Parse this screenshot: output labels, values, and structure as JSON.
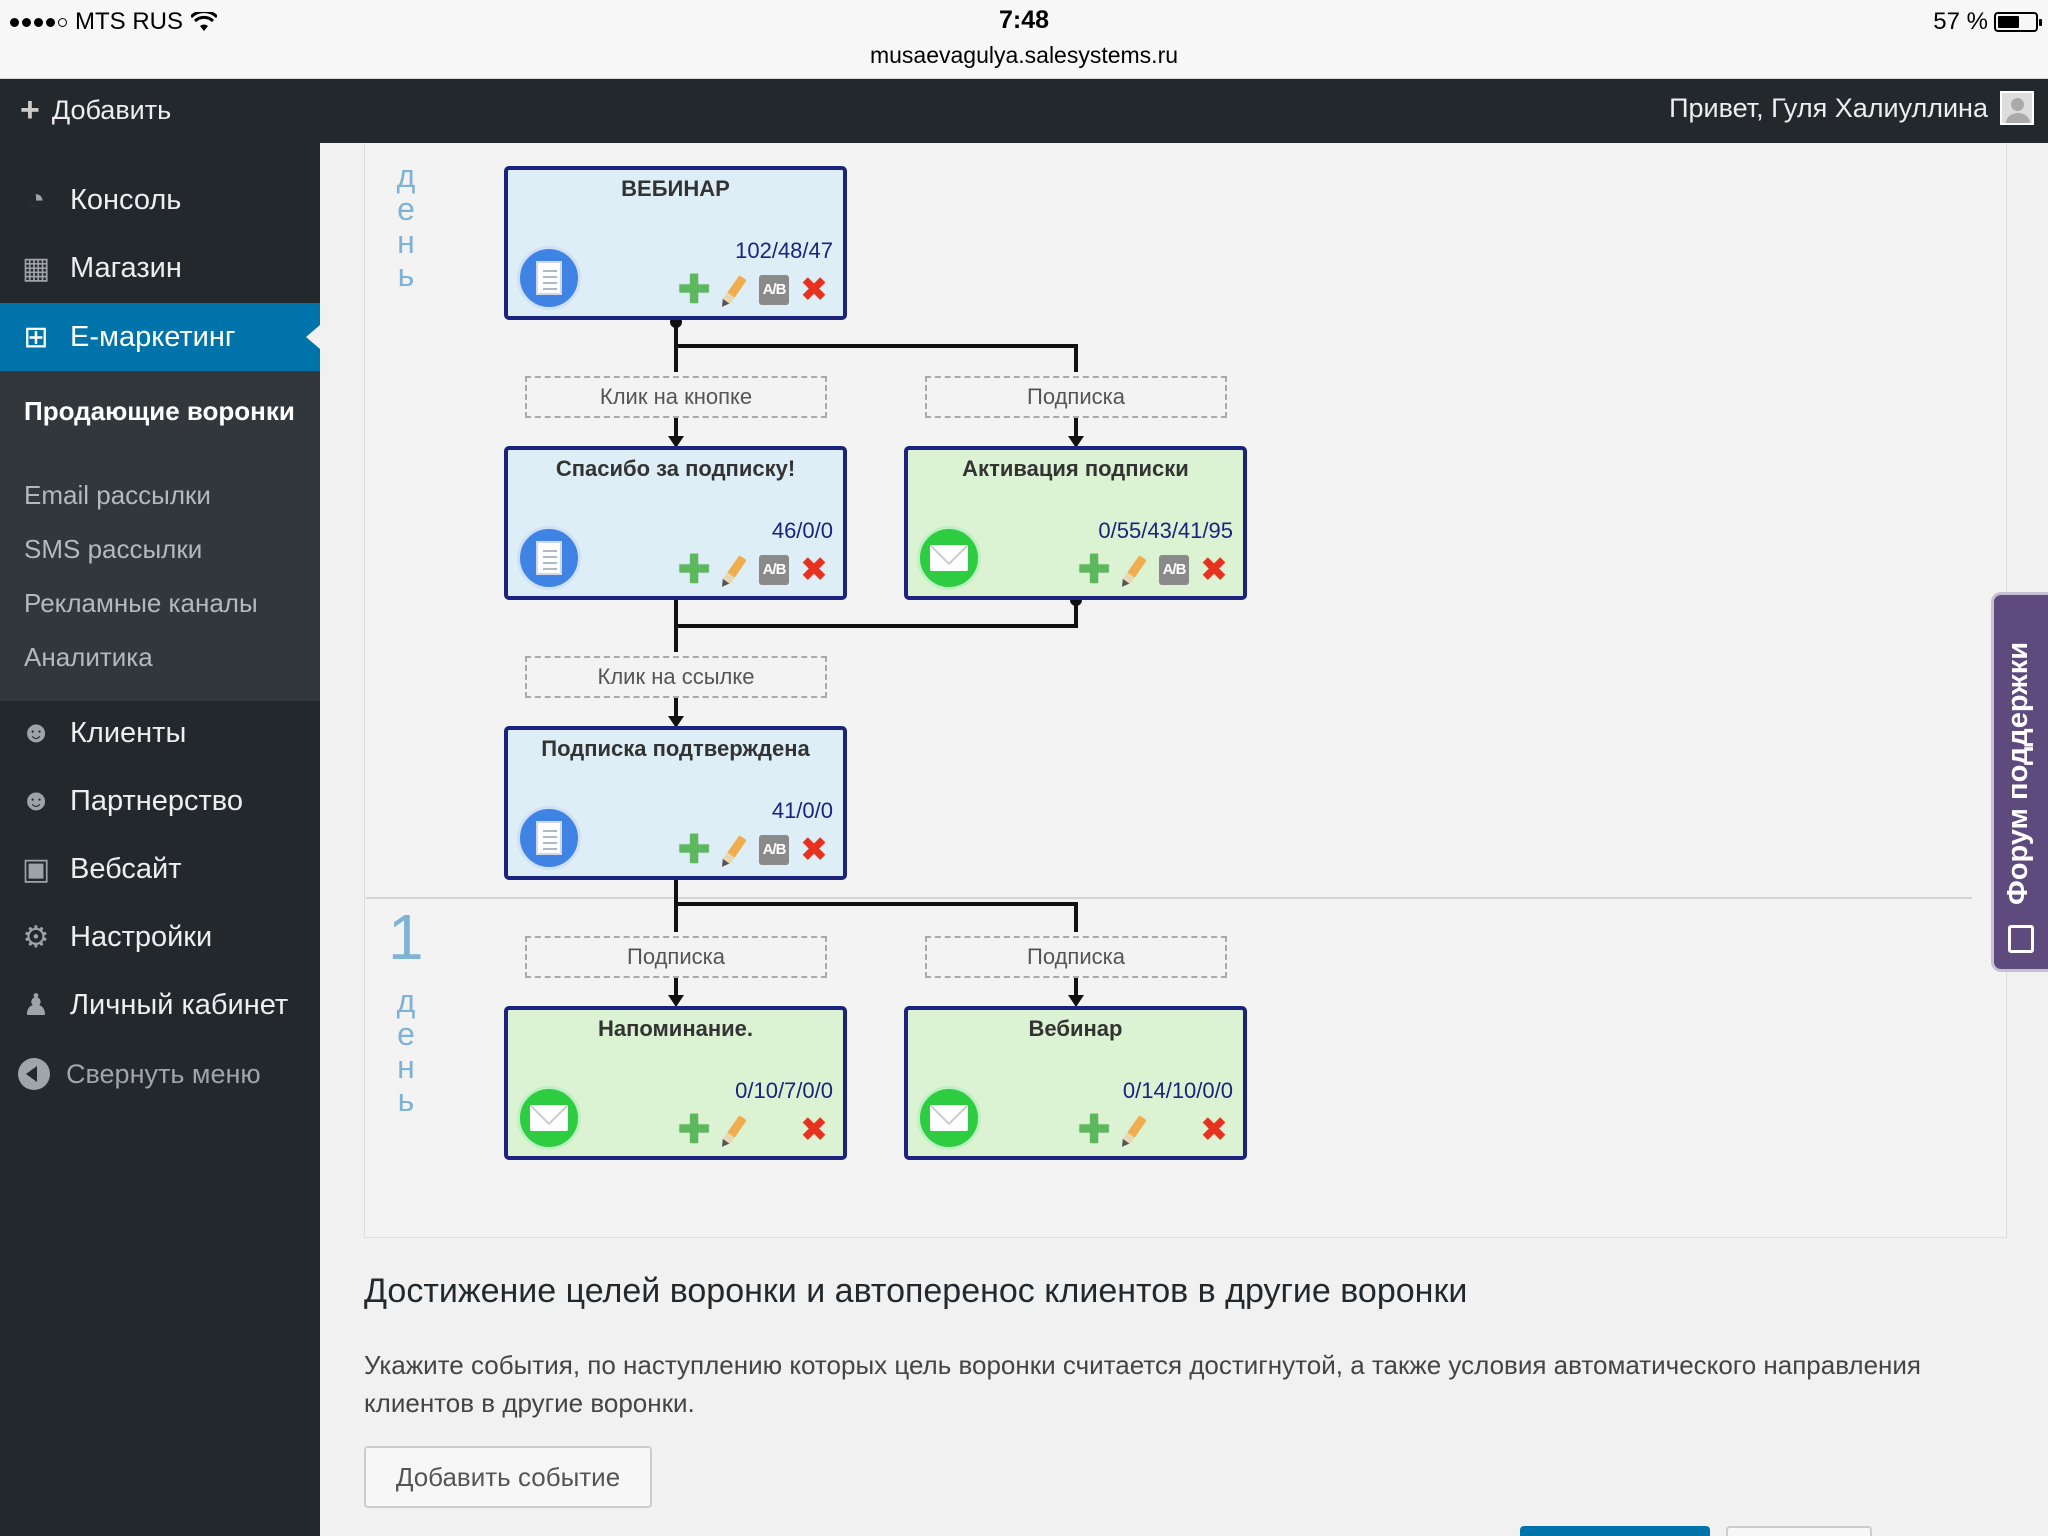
{
  "status": {
    "carrier": "MTS RUS",
    "time": "7:48",
    "url": "musaevagulya.salesystems.ru",
    "battery": "57 %",
    "battery_level": 0.57
  },
  "adminbar": {
    "add_label": "Добавить",
    "greeting": "Привет, Гуля Халиуллина"
  },
  "sidebar": {
    "items": [
      {
        "label": "Консоль",
        "icon": "dashboard-icon"
      },
      {
        "label": "Магазин",
        "icon": "store-icon"
      },
      {
        "label": "Е-маркетинг",
        "icon": "sitemap-icon",
        "active": true
      },
      {
        "label": "Клиенты",
        "icon": "users-icon"
      },
      {
        "label": "Партнерство",
        "icon": "partners-icon"
      },
      {
        "label": "Вебсайт",
        "icon": "website-icon"
      },
      {
        "label": "Настройки",
        "icon": "gear-icon"
      },
      {
        "label": "Личный кабинет",
        "icon": "profile-icon"
      }
    ],
    "submenu": [
      "Продающие воронки",
      "Email рассылки",
      "SMS рассылки",
      "Рекламные каналы",
      "Аналитика"
    ],
    "collapse": "Свернуть меню"
  },
  "funnel": {
    "day_label": "День",
    "day_one": "1",
    "nodes": [
      {
        "title": "ВЕБИНАР",
        "stats": "102/48/47",
        "type": "page"
      },
      {
        "title": "Спасибо за подписку!",
        "stats": "46/0/0",
        "type": "page"
      },
      {
        "title": "Активация подписки",
        "stats": "0/55/43/41/95",
        "type": "mail"
      },
      {
        "title": "Подписка подтверждена",
        "stats": "41/0/0",
        "type": "page"
      },
      {
        "title": "Напоминание.",
        "stats": "0/10/7/0/0",
        "type": "mail"
      },
      {
        "title": "Вебинар",
        "stats": "0/14/10/0/0",
        "type": "mail"
      }
    ],
    "conditions": [
      "Клик на кнопке",
      "Подписка",
      "Клик на ссылке",
      "Подписка",
      "Подписка"
    ],
    "ab_label": "A/B"
  },
  "goals": {
    "title": "Достижение целей воронки и автоперенос клиентов в другие воронки",
    "desc": "Укажите события, по наступлению которых цель воронки считается достигнутой, а также условия автоматического направления клиентов в другие воронки.",
    "add_event": "Добавить событие"
  },
  "forum": {
    "label": "Форум поддержки"
  }
}
